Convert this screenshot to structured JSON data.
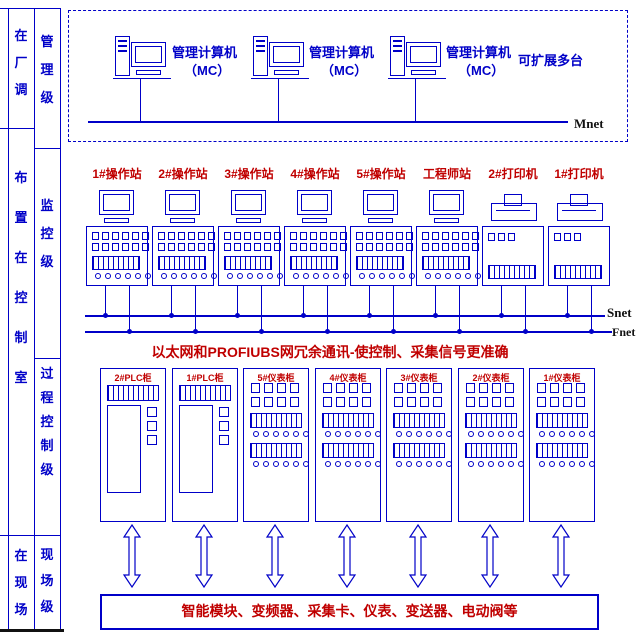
{
  "colors": {
    "line": "#0000c8",
    "accent_red": "#c00000"
  },
  "left_rail": {
    "outer_labels": [
      "在厂调",
      "布置在控制室",
      "在现场"
    ],
    "inner_labels": [
      "管理级",
      "监控级",
      "过程控制级",
      "现场级"
    ]
  },
  "management": {
    "computers": [
      {
        "label": "管理计算机",
        "sub": "（MC）"
      },
      {
        "label": "管理计算机",
        "sub": "（MC）"
      },
      {
        "label": "管理计算机",
        "sub": "（MC）"
      }
    ],
    "expand_note": "可扩展多台",
    "bus_label": "Mnet"
  },
  "supervision": {
    "station_labels": [
      "1#操作站",
      "2#操作站",
      "3#操作站",
      "4#操作站",
      "5#操作站",
      "工程师站",
      "2#打印机",
      "1#打印机"
    ],
    "snet_label": "Snet",
    "fnet_label": "Fnet",
    "redundancy_note": "以太网和PROFIUBS网冗余通讯-使控制、采集信号更准确"
  },
  "process": {
    "cabinet_labels": [
      "2#PLC柜",
      "1#PLC柜",
      "5#仪表柜",
      "4#仪表柜",
      "3#仪表柜",
      "2#仪表柜",
      "1#仪表柜"
    ]
  },
  "field": {
    "devices_label": "智能模块、变频器、采集卡、仪表、变送器、电动阀等"
  }
}
